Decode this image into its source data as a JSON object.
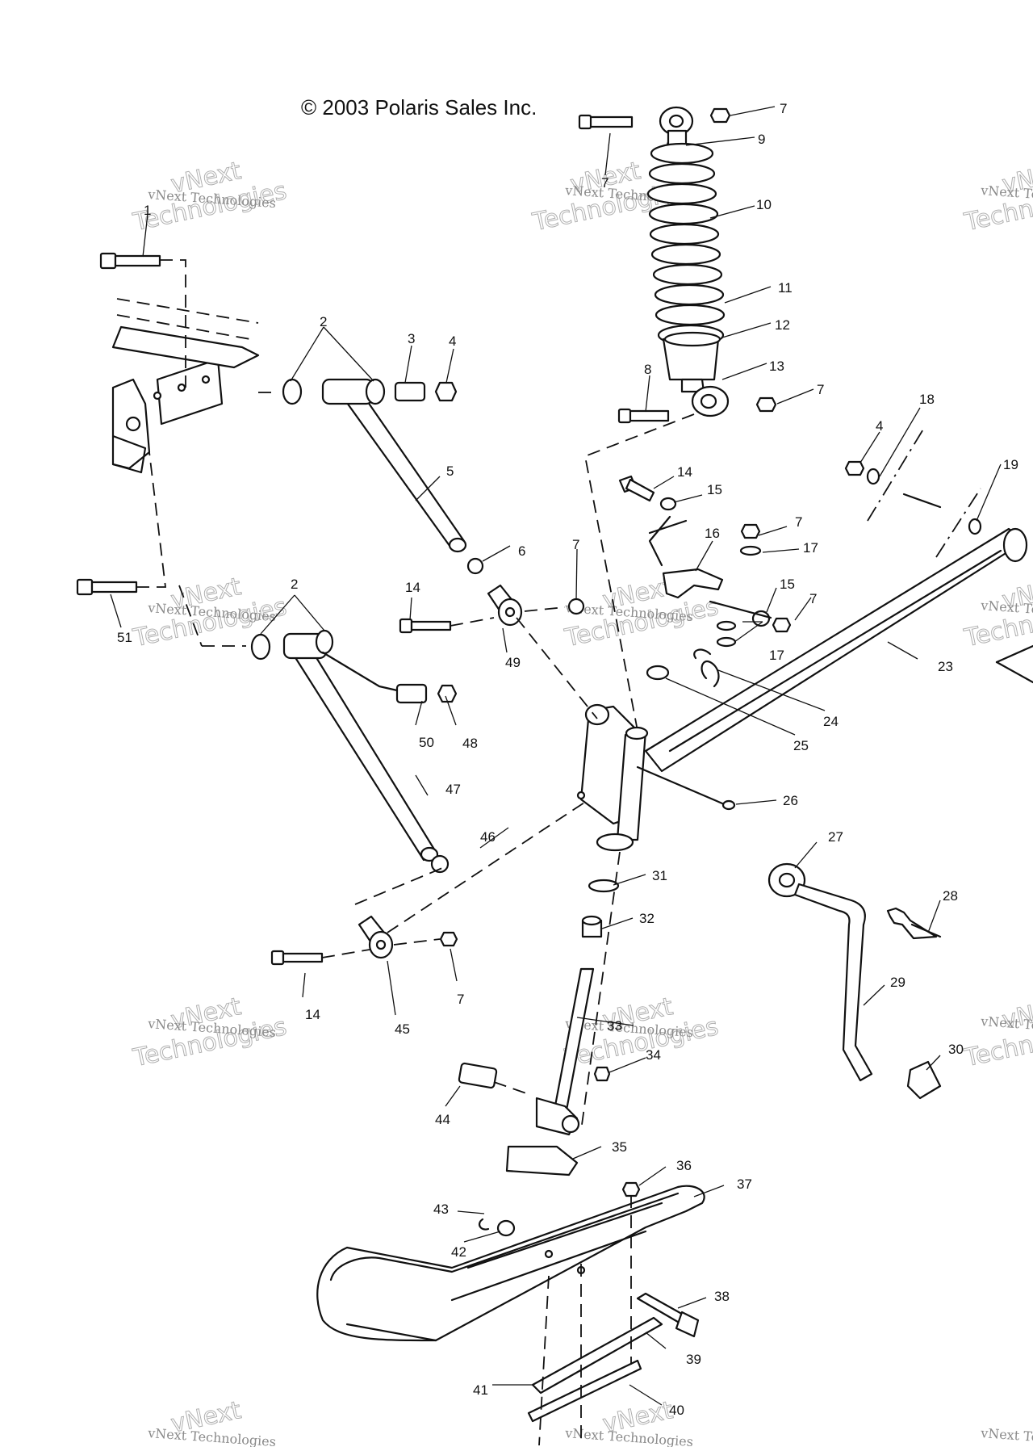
{
  "copyright": "© 2003 Polaris Sales Inc.",
  "watermark": {
    "line1": "vNext Technologies",
    "line2": "vNext",
    "line3": "Technologies"
  },
  "callouts": [
    "1",
    "2",
    "3",
    "4",
    "5",
    "6",
    "7",
    "8",
    "9",
    "10",
    "11",
    "12",
    "13",
    "14",
    "15",
    "16",
    "17",
    "18",
    "19",
    "23",
    "24",
    "25",
    "26",
    "27",
    "28",
    "29",
    "30",
    "31",
    "32",
    "33",
    "34",
    "35",
    "36",
    "37",
    "38",
    "39",
    "40",
    "41",
    "42",
    "43",
    "44",
    "45",
    "46",
    "47",
    "48",
    "49",
    "50",
    "51"
  ],
  "callout_extra": [
    "2",
    "4",
    "7",
    "7",
    "7",
    "7",
    "7",
    "7",
    "14",
    "14",
    "15",
    "17"
  ]
}
